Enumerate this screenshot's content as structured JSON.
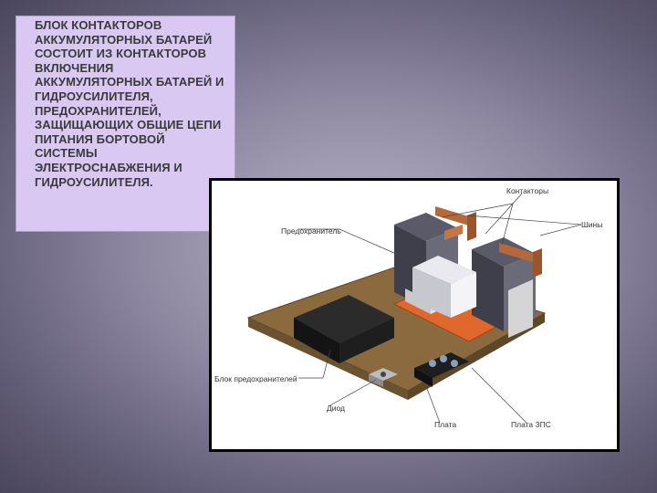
{
  "slide": {
    "text": "БЛОК КОНТАКТОРОВ АККУМУЛЯТОРНЫХ БАТАРЕЙ СОСТОИТ ИЗ КОНТАКТОРОВ ВКЛЮЧЕНИЯ АККУМУЛЯТОРНЫХ БАТАРЕЙ И ГИДРОУСИЛИТЕЛЯ, ПРЕДОХРАНИТЕЛЕЙ, ЗАЩИЩАЮЩИХ ОБЩИЕ ЦЕПИ ПИТАНИЯ БОРТОВОЙ СИСТЕМЫ ЭЛЕКТРОСНАБЖЕНИЯ И ГИДРОУСИЛИТЕЛЯ."
  },
  "figure": {
    "labels": {
      "contactors": "Контакторы",
      "fuse": "Предохранитель",
      "busbars": "Шины",
      "fuse_block": "Блок предохранителей",
      "diode": "Диод",
      "board": "Плата",
      "board_zps": "Плата ЗПС"
    }
  },
  "colors": {
    "text_box_bg": "#d9c9f2",
    "board": "#8a6a3e",
    "busbar": "#b5683a",
    "fuse_block": "#1e1e1e",
    "terminal_orange": "#e0682c"
  }
}
